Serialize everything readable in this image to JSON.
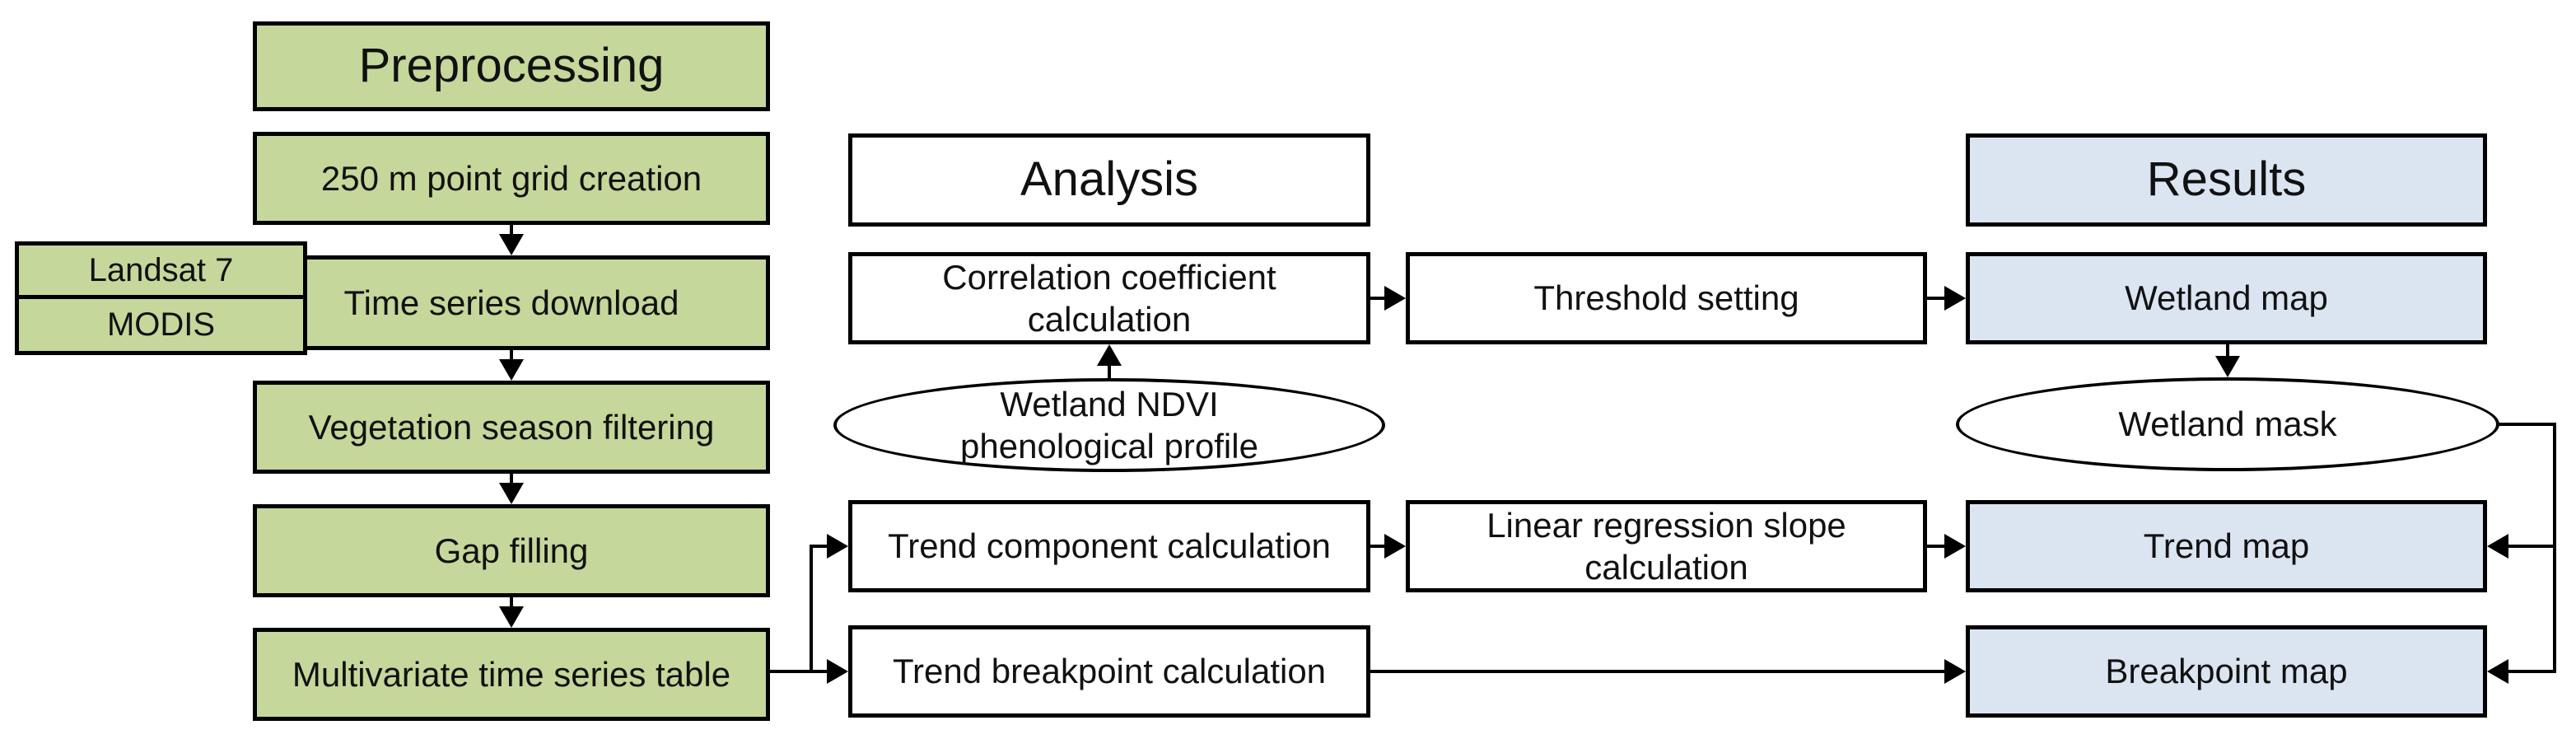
{
  "nodes": {
    "preprocessing_header": "Preprocessing",
    "grid_creation": "250 m point grid creation",
    "landsat": "Landsat 7",
    "modis": "MODIS",
    "time_series_download": "Time series download",
    "vegetation_filtering": "Vegetation season filtering",
    "gap_filling": "Gap filling",
    "multivariate_table": "Multivariate time series table",
    "analysis_header": "Analysis",
    "correlation_calc": "Correlation coefficient calculation",
    "wetland_ndvi_profile": "Wetland NDVI phenological profile",
    "threshold_setting": "Threshold setting",
    "trend_component_calc": "Trend component calculation",
    "linear_regression_calc": "Linear regression slope calculation",
    "trend_breakpoint_calc": "Trend breakpoint calculation",
    "results_header": "Results",
    "wetland_map": "Wetland map",
    "wetland_mask": "Wetland mask",
    "trend_map": "Trend map",
    "breakpoint_map": "Breakpoint map"
  },
  "colors": {
    "preprocessing_fill": "#c5d79b",
    "analysis_fill": "#ffffff",
    "results_fill": "#dbe5f1",
    "border": "#000000"
  }
}
